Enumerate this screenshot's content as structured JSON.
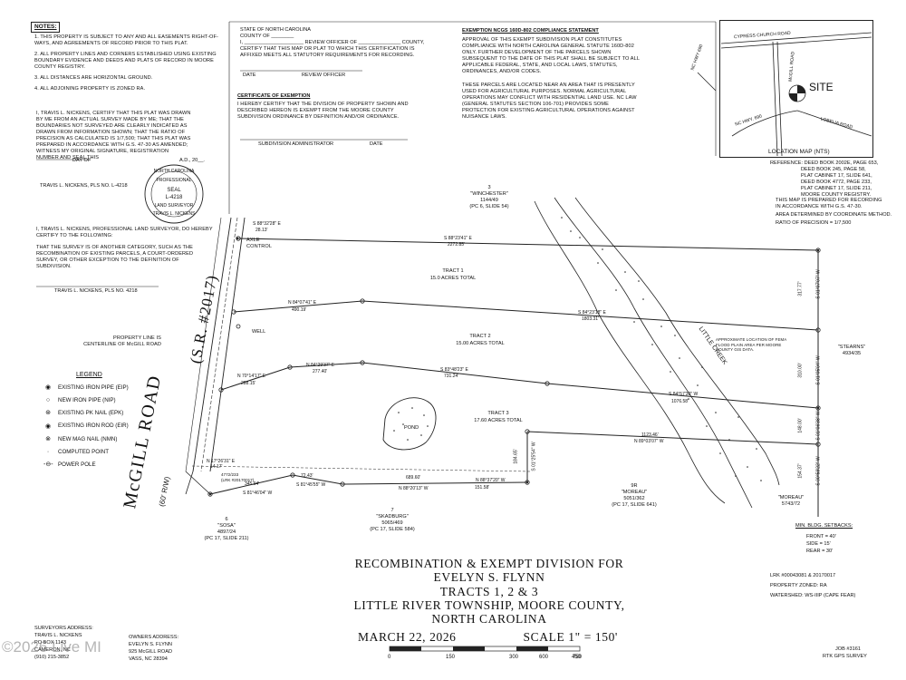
{
  "notes": {
    "heading": "NOTES:",
    "items": [
      "1. THIS PROPERTY IS SUBJECT TO ANY AND ALL EASEMENTS RIGHT-OF-WAYS, AND AGREEMENTS OF RECORD PRIOR TO THIS PLAT.",
      "2. ALL PROPERTY LINES AND CORNERS ESTABLISHED USING EXISTING BOUNDARY EVIDENCE AND DEEDS AND PLATS OF RECORD IN MOORE COUNTY REGISTRY.",
      "3. ALL DISTANCES ARE HORIZONTAL GROUND.",
      "4. ALL ADJOINING PROPERTY IS ZONED RA."
    ],
    "surveyor_cert": "I, TRAVIS L. NICKENS, CERTIFY THAT THIS PLAT WAS DRAWN BY ME FROM AN ACTUAL SURVEY MADE BY ME; THAT THE BOUNDARIES NOT SURVEYED ARE CLEARLY INDICATED AS DRAWN FROM INFORMATION SHOWN; THAT THE RATIO OF PRECISION AS CALCULATED IS 1/7,500; THAT THIS PLAT WAS PREPARED IN ACCORDANCE WITH G.S. 47-30 AS AMENDED; WITNESS MY ORIGINAL SIGNATURE, REGISTRATION NUMBER AND SEAL THIS",
    "day_line": "DAY OF",
    "ad_line": "A.D., 20__.",
    "signer": "TRAVIS L. NICKENS, PLS NO. L-4218",
    "second_cert": "I, TRAVIS L. NICKENS, PROFESSIONAL LAND SURVEYOR, DO HEREBY CERTIFY TO THE FOLLOWING:",
    "second_cert_2": "THAT THE SURVEY IS OF ANOTHER CATEGORY, SUCH AS THE RECOMBINATION OF EXISTING PARCELS, A COURT-ORDERED SURVEY, OR OTHER EXCEPTION TO THE DEFINITION OF SUBDIVISION.",
    "signer2": "TRAVIS L. NICKENS, PLS NO. 4218"
  },
  "seal": {
    "lines": [
      "NORTH CAROLINA",
      "PROFESSIONAL",
      "SEAL",
      "L-4218",
      "LAND SURVEYOR",
      "TRAVIS L. NICKENS"
    ]
  },
  "review": {
    "state": "STATE OF NORTH CAROLINA",
    "county": "COUNTY OF ________",
    "line1": "I, _____________________ REVIEW OFFICER OF _______________ COUNTY,",
    "line2": "CERTIFY THAT THIS MAP OR PLAT TO WHICH THIS CERTIFICATION IS AFFIXED MEETS ALL STATUTORY REQUIREMENTS FOR RECORDING.",
    "date_label": "DATE",
    "officer_label": "REVIEW OFFICER"
  },
  "exemption_cert": {
    "heading": "CERTIFICATE OF EXEMPTION",
    "text": "I HEREBY CERTIFY THAT THE DIVISION OF PROPERTY SHOWN AND DESCRIBED HEREON IS EXEMPT FROM THE MOORE COUNTY SUBDIVISION ORDINANCE BY DEFINITION AND/OR ORDINANCE.",
    "admin_label": "SUBDIVISION ADMINISTRATOR",
    "date_label": "DATE"
  },
  "ncgs": {
    "heading": "EXEMPTION NCGS 160D-802 COMPLIANCE STATEMENT",
    "text": "APPROVAL OF THIS EXEMPT SUBDIVISION PLAT CONSTITUTES COMPLIANCE WITH NORTH CAROLINA GENERAL STATUTE 160D-802 ONLY. FURTHER DEVELOPMENT OF THE PARCELS SHOWN SUBSEQUENT TO THE DATE OF THIS PLAT SHALL BE SUBJECT TO ALL APPLICABLE FEDERAL, STATE, AND LOCAL LAWS, STATUTES, ORDINANCES, AND/OR CODES.",
    "farm": "THESE PARCELS ARE LOCATED NEAR AN AREA THAT IS PRESENTLY USED FOR AGRICULTURAL PURPOSES. NORMAL AGRICULTURAL OPERATIONS MAY CONFLICT WITH RESIDENTIAL LAND USE. NC LAW (GENERAL STATUTES SECTION 106-701) PROVIDES SOME PROTECTION FOR EXISTING AGRICULTURAL OPERATIONS AGAINST NUISANCE LAWS."
  },
  "location_map": {
    "caption": "LOCATION MAP (NTS)",
    "site": "SITE",
    "roads": [
      "CYPRESS CHURCH ROAD",
      "NC HWY 690",
      "McGILL ROAD",
      "NC HWY. 690",
      "LOBELIA ROAD"
    ]
  },
  "reference": {
    "lines": [
      "REFERENCE: DEED BOOK 2002E, PAGE 653,",
      "DEED BOOK 245, PAGE 58,",
      "PLAT CABINET 17, SLIDE 641,",
      "DEED BOOK 4772, PAGE 233,",
      "PLAT CABINET 17, SLIDE 211,",
      "MOORE COUNTY REGISTRY."
    ],
    "prepared": "THIS MAP IS PREPARED FOR RECORDING IN ACCORDANCE WITH G.S. 47-30.",
    "area": "AREA DETERMINED BY COORDINATE METHOD.",
    "ratio": "RATIO OF PRECISION = 1/7,500"
  },
  "legend": {
    "title": "LEGEND",
    "items": [
      {
        "sym": "◉",
        "label": "EXISTING IRON PIPE (EIP)"
      },
      {
        "sym": "○",
        "label": "NEW IRON PIPE (NIP)"
      },
      {
        "sym": "⊛",
        "label": "EXISTING PK NAIL (EPK)"
      },
      {
        "sym": "◉",
        "label": "EXISTING IRON ROD (EIR)"
      },
      {
        "sym": "⊗",
        "label": "NEW MAG NAIL (NMN)"
      },
      {
        "sym": "·",
        "label": "COMPUTED POINT"
      },
      {
        "sym": "-⊖-",
        "label": "POWER POLE"
      }
    ]
  },
  "plat": {
    "road_name": "McGILL ROAD",
    "road_sr": "(S.R. #2017)",
    "row": "(60' R/W)",
    "property_line_note": "PROPERTY LINE IS CENTERLINE OF McGILL ROAD",
    "axle": "AXLE CONTROL",
    "well": "WELL",
    "pond": "POND",
    "creek": "LITTLE CREEK",
    "flood_note": "APPROXIMATE LOCATION OF FEMA FLOOD PLAIN AREA PER MOORE COUNTY GIS DATA.",
    "tract1": "TRACT 1",
    "tract1_area": "15.0 ACRES TOTAL",
    "tract2": "TRACT 2",
    "tract2_area": "15.00 ACRES TOTAL",
    "tract3": "TRACT 3",
    "tract3_area": "17.60 ACRES TOTAL",
    "adjoiners": [
      {
        "lines": [
          "3",
          "\"WINCHESTER\"",
          "1144/49",
          "(PC 6, SLIDE 54)"
        ]
      },
      {
        "lines": [
          "\"STEARNS\"",
          "4934/35"
        ]
      },
      {
        "lines": [
          "\"MOREAU\"",
          "5743/72"
        ]
      },
      {
        "lines": [
          "9R",
          "\"MOREAU\"",
          "5051/362",
          "(PC 17, SLIDE 641)"
        ]
      },
      {
        "lines": [
          "7",
          "\"SKADBURG\"",
          "5065/469",
          "(PC 17, SLIDE 584)"
        ]
      },
      {
        "lines": [
          "6",
          "\"SOSA\"",
          "4897/24",
          "(PC 17, SLIDE 211)"
        ]
      }
    ],
    "bearings": {
      "top": "S 88°23'41\" E",
      "top_dist": "2272.85'",
      "t1t2": "N 84°07'41\" E",
      "t1t2_dist": "490.19'",
      "t1t2_b": "S 84°23'18\" E",
      "t1t2_b_dist": "1803.31'",
      "t2t3": "N 70°14'17\" E",
      "t2t3_dist": "288.15'",
      "t2t3_b": "N 84°29'37\" E",
      "t2t3_b_dist": "277.40'",
      "t2t3_c": "S 83°48'23\" E",
      "t2t3_c_dist": "731.24'",
      "t2t3_d": "S 84°57'30\" W",
      "t2t3_d_dist": "1076.58'",
      "t3_inner": "N 89°03'07\" W",
      "t3_inner_dist": "1123.46'",
      "east1": "S 01°07'07\" W",
      "east1_dist": "317.77'",
      "east2": "S 01°05'04\" W",
      "east2_dist": "310.00'",
      "east3": "S 01°06'38\" W",
      "east3_dist": "148.00'",
      "east4": "S 00°59'22\" W",
      "east4_dist": "154.37'",
      "inner_n": "S 01°25'54\" W",
      "inner_n_dist": "184.65'",
      "south1": "N 88°37'20\" W",
      "south1_dist": "151.58'",
      "south2": "N 88°20'13\" W",
      "south2_dist": "689.60'",
      "south3": "S 81°45'55\" W",
      "south3_dist": "72.43'",
      "south4": "S 81°46'04\" W",
      "south4_dist": "345.94'",
      "sw": "N 17°26'31\" E",
      "sw_dist": "14.17'",
      "ref_small": "4772/233",
      "ref_small2": "(LRK #20170017)",
      "axle_b": "S 88°32'28\" E",
      "axle_d": "28.13'"
    }
  },
  "title": {
    "lines": [
      "RECOMBINATION & EXEMPT DIVISION FOR",
      "EVELYN S. FLYNN",
      "TRACTS 1, 2 & 3",
      "LITTLE RIVER TOWNSHIP, MOORE COUNTY,",
      "NORTH CAROLINA"
    ],
    "date": "MARCH 22, 2026",
    "scale": "SCALE 1\" = 150'",
    "scale_ticks": [
      "0",
      "150",
      "300",
      "450",
      "600",
      "750"
    ]
  },
  "setbacks": {
    "heading": "MIN. BLDG. SETBACKS:",
    "front": "FRONT = 40'",
    "side": "SIDE = 15'",
    "rear": "REAR = 30'"
  },
  "info": {
    "lrk": "LRK #00043081 & 20170017",
    "zoned": "PROPERTY ZONED: RA",
    "watershed": "WATERSHED: WS-IIIP (CAPE FEAR)",
    "job": "JOB #3161",
    "rtk": "RTK GPS SURVEY"
  },
  "surveyor_address": {
    "heading": "SURVEYORS ADDRESS:",
    "lines": [
      "TRAVIS L. NICKENS",
      "PO BOX 1143",
      "CAMERON, NC",
      "(910) 215-3852"
    ]
  },
  "owner_address": {
    "heading": "OWNERS ADDRESS:",
    "lines": [
      "EVELYN S. FLYNN",
      "925 McGILL ROAD",
      "VASS, NC 28394"
    ]
  },
  "watermark": "©2026 Live MI",
  "colors": {
    "ink": "#111111",
    "paper": "#ffffff",
    "watermark": "#8a8a8a"
  }
}
